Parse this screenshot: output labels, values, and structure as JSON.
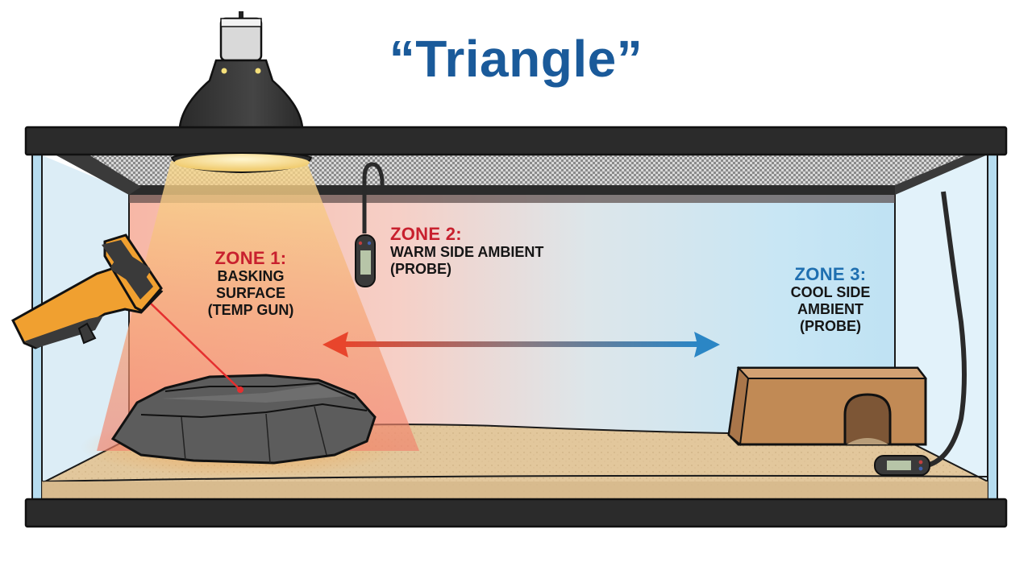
{
  "diagram": {
    "title": "“Triangle”",
    "subject": "Reptile terrarium temperature monitoring zones",
    "colors": {
      "title": "#1a5a9a",
      "zone_warm": "#c8202e",
      "zone_cool": "#1e6fb0",
      "arrow_warm": "#e8452c",
      "arrow_cool": "#2b86c5",
      "frame": "#2b2b2b",
      "sand": "#e2c79c",
      "rock": "#5a5a5a",
      "hide": "#c58f5a",
      "temp_gun": "#f0a030"
    },
    "zones": [
      {
        "id": "zone-1",
        "heading": "ZONE 1:",
        "lines": [
          "BASKING",
          "SURFACE",
          "(TEMP GUN)"
        ],
        "tool": "infrared temperature gun"
      },
      {
        "id": "zone-2",
        "heading": "ZONE 2:",
        "lines": [
          "WARM SIDE AMBIENT",
          "(PROBE)"
        ],
        "tool": "hanging digital probe thermometer"
      },
      {
        "id": "zone-3",
        "heading": "ZONE 3:",
        "lines": [
          "COOL SIDE",
          "AMBIENT",
          "(PROBE)"
        ],
        "tool": "digital probe thermometer on substrate"
      }
    ],
    "elements": [
      "heat-lamp",
      "mesh-lid",
      "glass-tank",
      "basking-rock",
      "hide",
      "sand-substrate",
      "gradient-arrow"
    ]
  }
}
